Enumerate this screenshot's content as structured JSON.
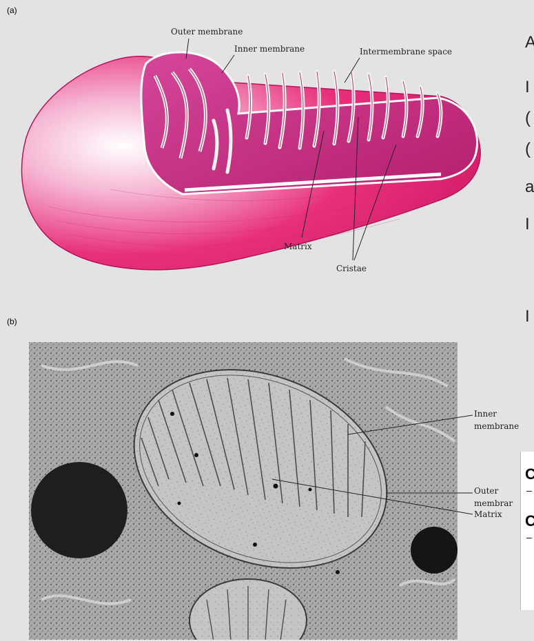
{
  "panels": {
    "a": {
      "tag": "(a)"
    },
    "b": {
      "tag": "(b)"
    }
  },
  "diagram_a": {
    "labels": {
      "outer_membrane": "Outer membrane",
      "inner_membrane": "Inner membrane",
      "intermembrane_space": "Intermembrane space",
      "matrix": "Matrix",
      "cristae": "Cristae"
    },
    "colors": {
      "body": "#e8307a",
      "body_light": "#f7c3d9",
      "cut_surface": "#c5287a",
      "crista": "#f2f2f2"
    }
  },
  "micrograph_b": {
    "labels": {
      "inner_membrane_line1": "Inner",
      "inner_membrane_line2": "membrane",
      "outer_membrane_line1": "Outer",
      "outer_membrane_line2": "membrar",
      "matrix": "Matrix"
    }
  },
  "edge_text": {
    "letters": [
      "A",
      "I",
      "(",
      "(",
      "a",
      "I",
      "I"
    ]
  },
  "inset_box": {
    "lines": [
      "C",
      "–",
      "C",
      "–"
    ]
  }
}
